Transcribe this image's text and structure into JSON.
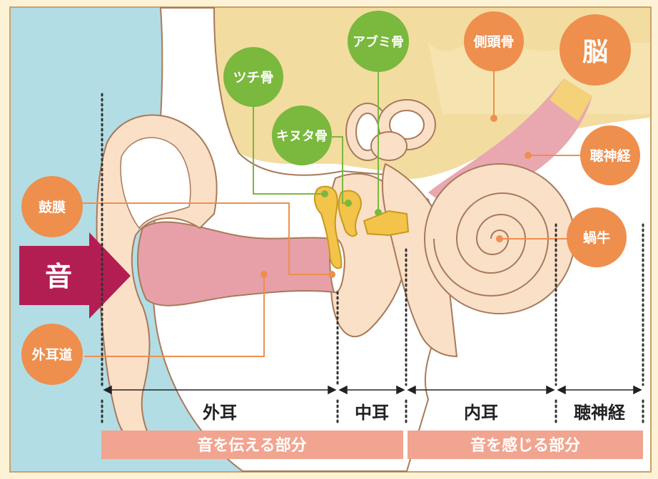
{
  "labels": {
    "tsuchi": "ツチ骨",
    "kinuta": "キヌタ骨",
    "abumi": "アブミ骨",
    "sokutou": "側頭骨",
    "nou": "脳",
    "choushinkei": "聴神経",
    "komaku": "鼓膜",
    "kagyu": "蝸牛",
    "gaijidou": "外耳道",
    "sound": "音"
  },
  "sections": {
    "outer": "外耳",
    "middle": "中耳",
    "inner": "内耳",
    "nerve": "聴神経"
  },
  "bands": {
    "transmit": "音を伝える部分",
    "sense": "音を感じる部分"
  },
  "colors": {
    "orange": "#ee8f4e",
    "green": "#7ab83e",
    "crimson": "#b31e52",
    "band": "#f1a48f",
    "skin": "#fbe0c8",
    "canal": "#e7a0a8",
    "bone": "#f3dca0",
    "sky": "#b2dde4"
  }
}
